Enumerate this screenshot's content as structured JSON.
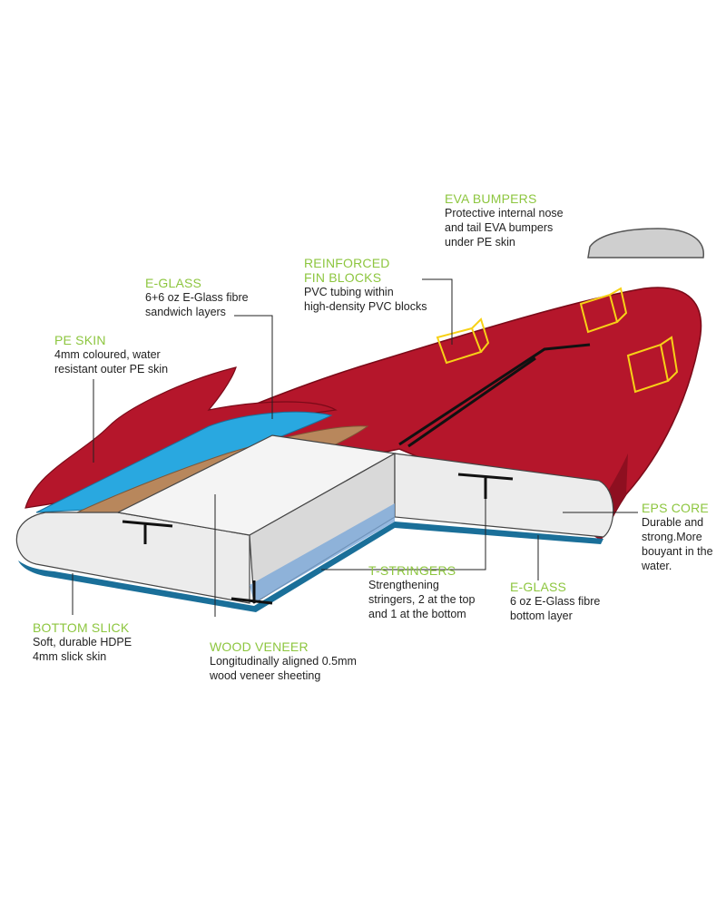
{
  "colors": {
    "label_title": "#8dc63f",
    "board_red": "#b5162b",
    "board_dark_red": "#8e0f20",
    "core": "#ececec",
    "glass_blue": "#29a8e0",
    "wood": "#b8875c",
    "bumper_grey": "#cfcfcf",
    "fin_block_outline": "#f7d117"
  },
  "labels": {
    "eva_bumpers": {
      "title": "EVA BUMPERS",
      "desc": "Protective internal nose\nand tail EVA bumpers\nunder PE skin"
    },
    "reinforced_fin_blocks": {
      "title": "REINFORCED\nFIN BLOCKS",
      "desc": "PVC tubing within\nhigh-density PVC blocks"
    },
    "e_glass_top": {
      "title": "E-GLASS",
      "desc": "6+6 oz E-Glass fibre\nsandwich layers"
    },
    "pe_skin": {
      "title": "PE SKIN",
      "desc": "4mm coloured, water\nresistant outer PE skin"
    },
    "eps_core": {
      "title": "EPS CORE",
      "desc": "Durable and\nstrong.More\nbouyant in the\nwater."
    },
    "t_stringers": {
      "title": "T-STRINGERS",
      "desc": "Strengthening\nstringers, 2 at the top\nand 1 at the bottom"
    },
    "e_glass_bottom": {
      "title": "E-GLASS",
      "desc": "6 oz E-Glass fibre\nbottom layer"
    },
    "bottom_slick": {
      "title": "BOTTOM SLICK",
      "desc": "Soft, durable HDPE\n4mm slick skin"
    },
    "wood_veneer": {
      "title": "WOOD VENEER",
      "desc": "Longitudinally aligned 0.5mm\nwood veneer sheeting"
    }
  }
}
